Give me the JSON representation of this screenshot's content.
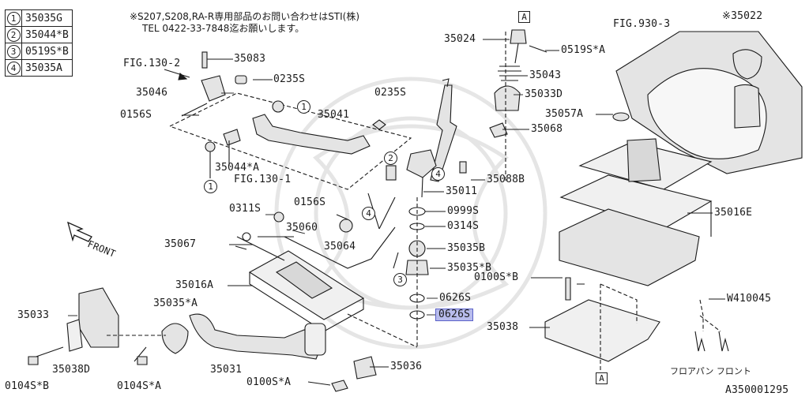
{
  "legend": [
    {
      "num": "1",
      "part": "35035G"
    },
    {
      "num": "2",
      "part": "35044*B"
    },
    {
      "num": "3",
      "part": "0519S*B"
    },
    {
      "num": "4",
      "part": "35035A"
    }
  ],
  "notice": {
    "line1": "※S207,S208,RA-R専用部品のお問い合わせはSTI(株)",
    "line2": "TEL 0422-33-7848迄お願いします。"
  },
  "labels": {
    "l35024": "35024",
    "l0519SA": "0519S*A",
    "l35043": "35043",
    "l35033D": "35033D",
    "l35068": "35068",
    "lfig9303": "FIG.930-3",
    "l35022": "※35022",
    "l35057A": "35057A",
    "l35088B": "35088B",
    "l35011": "35011",
    "l0999S": "0999S",
    "l0314S": "0314S",
    "l35035B": "35035B",
    "l35035XB": "35035*B",
    "l0626S_a": "0626S",
    "l0626S_b": "0626S",
    "l35016E": "35016E",
    "l0100SB": "0100S*B",
    "lW410045": "W410045",
    "l35038": "35038",
    "lfig1302": "FIG.130-2",
    "l35083": "35083",
    "l0235S_a": "0235S",
    "l35046": "35046",
    "l0156S_a": "0156S",
    "l35041": "35041",
    "l0235S_b": "0235S",
    "l35044A": "35044*A",
    "lfig1301": "FIG.130-1",
    "l0156S_b": "0156S",
    "l0311S": "0311S",
    "l35060": "35060",
    "l35067": "35067",
    "l35064": "35064",
    "l35016A": "35016A",
    "l35035A": "35035*A",
    "l35033": "35033",
    "l35038D": "35038D",
    "l0104SB": "0104S*B",
    "l0104SA": "0104S*A",
    "l35031": "35031",
    "l35036": "35036",
    "l0100SA": "0100S*A",
    "front": "FRONT",
    "floor_front": "フロアパン フロント",
    "diagram_id": "A350001295"
  },
  "refs": {
    "ref_a": "A",
    "c1": "1",
    "c2": "2",
    "c3": "3",
    "c4": "4"
  },
  "colors": {
    "ink": "#1a1a1a",
    "highlight_fill": "#b8bcec",
    "highlight_border": "#5b62c9",
    "part_fill": "#e4e4e4"
  }
}
